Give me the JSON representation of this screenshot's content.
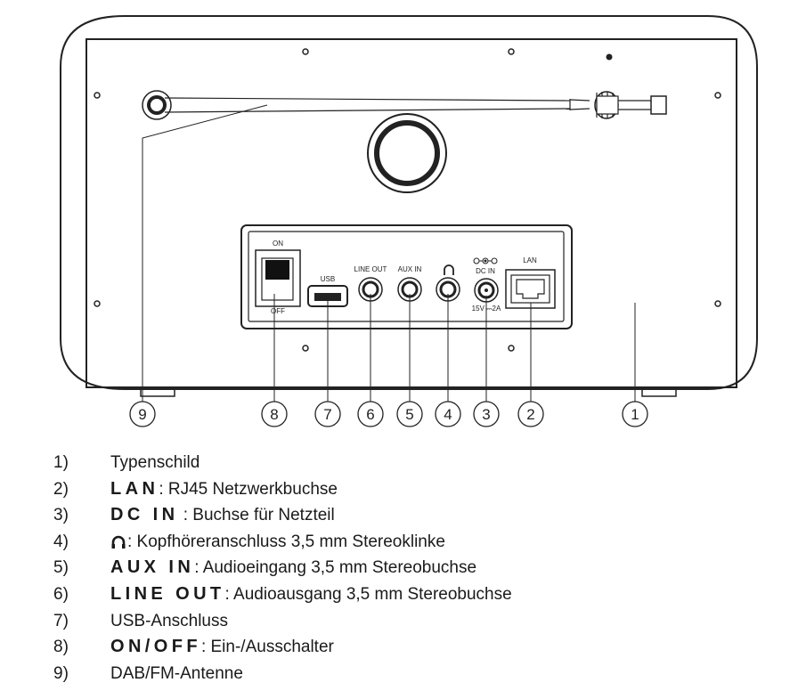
{
  "panel_labels": {
    "on": "ON",
    "off": "OFF",
    "usb": "USB",
    "line_out": "LINE OUT",
    "aux_in": "AUX IN",
    "dc_in": "DC IN",
    "dc_rating": "15V ⎓2A",
    "lan": "LAN"
  },
  "callouts": [
    "9",
    "8",
    "7",
    "6",
    "5",
    "4",
    "3",
    "2",
    "1"
  ],
  "legend": [
    {
      "num": "1)",
      "term": "",
      "desc": "Typenschild",
      "icon": ""
    },
    {
      "num": "2)",
      "term": "LAN",
      "desc": ": RJ45 Netzwerkbuchse",
      "icon": ""
    },
    {
      "num": "3)",
      "term": "DC IN",
      "desc": " : Buchse für Netzteil",
      "icon": ""
    },
    {
      "num": "4)",
      "term": "",
      "desc": ": Kopfhöreranschluss 3,5 mm Stereoklinke",
      "icon": "headphone-icon"
    },
    {
      "num": "5)",
      "term": "AUX IN",
      "desc": ": Audioeingang 3,5 mm Stereobuchse",
      "icon": ""
    },
    {
      "num": "6)",
      "term": "LINE OUT",
      "desc": ": Audioausgang 3,5 mm Stereobuchse",
      "icon": ""
    },
    {
      "num": "7)",
      "term": "",
      "desc": "USB-Anschluss",
      "icon": ""
    },
    {
      "num": "8)",
      "term": "ON/OFF",
      "desc": ": Ein-/Ausschalter",
      "icon": ""
    },
    {
      "num": "9)",
      "term": "",
      "desc": "DAB/FM-Antenne",
      "icon": ""
    }
  ]
}
